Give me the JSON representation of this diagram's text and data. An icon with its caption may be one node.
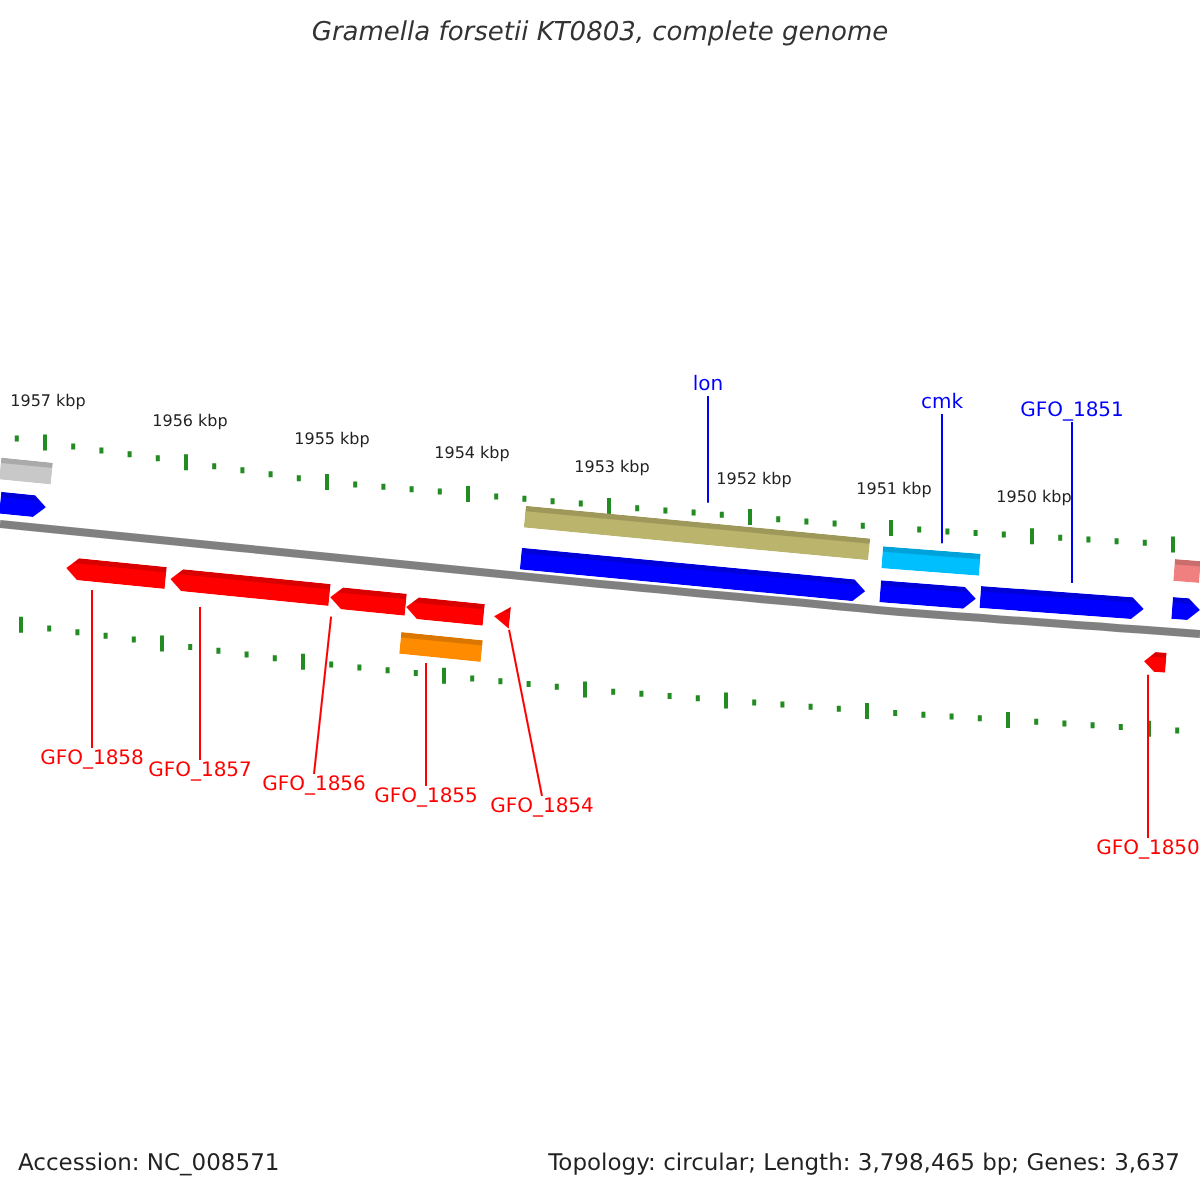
{
  "diagram": {
    "title": "Gramella forsetii KT0803, complete genome",
    "nodes": [
      {
        "text": [
          "lon"
        ]
      },
      {
        "text": [
          "cmk"
        ]
      },
      {
        "text": [
          "GFO_1851"
        ]
      },
      {
        "text": [
          "GFO_1858"
        ]
      },
      {
        "text": [
          "GFO_1857"
        ]
      },
      {
        "text": [
          "GFO_1856"
        ]
      },
      {
        "text": [
          "GFO_1855"
        ]
      },
      {
        "text": [
          "GFO_1854"
        ]
      },
      {
        "text": [
          "GFO_1850"
        ]
      },
      {
        "text": [],
        "shape": "bar"
      },
      {
        "text": [],
        "shape": "pentagon"
      },
      {
        "text": [],
        "shape": "bar"
      },
      {
        "text": [],
        "shape": "pentagon"
      },
      {
        "text": [],
        "shape": "bar"
      },
      {
        "text": [],
        "shape": "pentagon"
      },
      {
        "text": [],
        "shape": "pentagon"
      },
      {
        "text": [],
        "shape": "bar"
      },
      {
        "text": [],
        "shape": "pentagon"
      },
      {
        "text": [],
        "shape": "pentagon"
      },
      {
        "text": [],
        "shape": "pentagon"
      },
      {
        "text": [],
        "shape": "pentagon"
      },
      {
        "text": [],
        "shape": "pentagon"
      },
      {
        "text": [],
        "shape": "bar"
      },
      {
        "text": [],
        "shape": "triangle"
      },
      {
        "text": [],
        "shape": "pentagon"
      }
    ],
    "edges": [
      {
        "from": 0,
        "to": 11,
        "arrow": "none",
        "color": "#0000ff"
      },
      {
        "from": 1,
        "to": 13,
        "arrow": "none",
        "color": "#0000ff"
      },
      {
        "from": 2,
        "to": 15,
        "arrow": "none",
        "color": "#0000ff"
      },
      {
        "from": 3,
        "to": 18,
        "arrow": "none"
      },
      {
        "from": 4,
        "to": 19,
        "arrow": "none"
      },
      {
        "from": 5,
        "to": 20,
        "arrow": "none"
      },
      {
        "from": 6,
        "to": 22,
        "arrow": "none"
      },
      {
        "from": 7,
        "to": 23,
        "arrow": "none"
      },
      {
        "from": 8,
        "to": 24,
        "arrow": "none"
      }
    ],
    "labels": [
      "1957 kbp",
      "1956 kbp",
      "1955 kbp",
      "1954 kbp",
      "1953 kbp",
      "1952 kbp",
      "1951 kbp",
      "1950 kbp",
      "Accession: NC_008571",
      "Topology: circular; Length: 3,798,465 bp; Genes: 3,637"
    ]
  }
}
